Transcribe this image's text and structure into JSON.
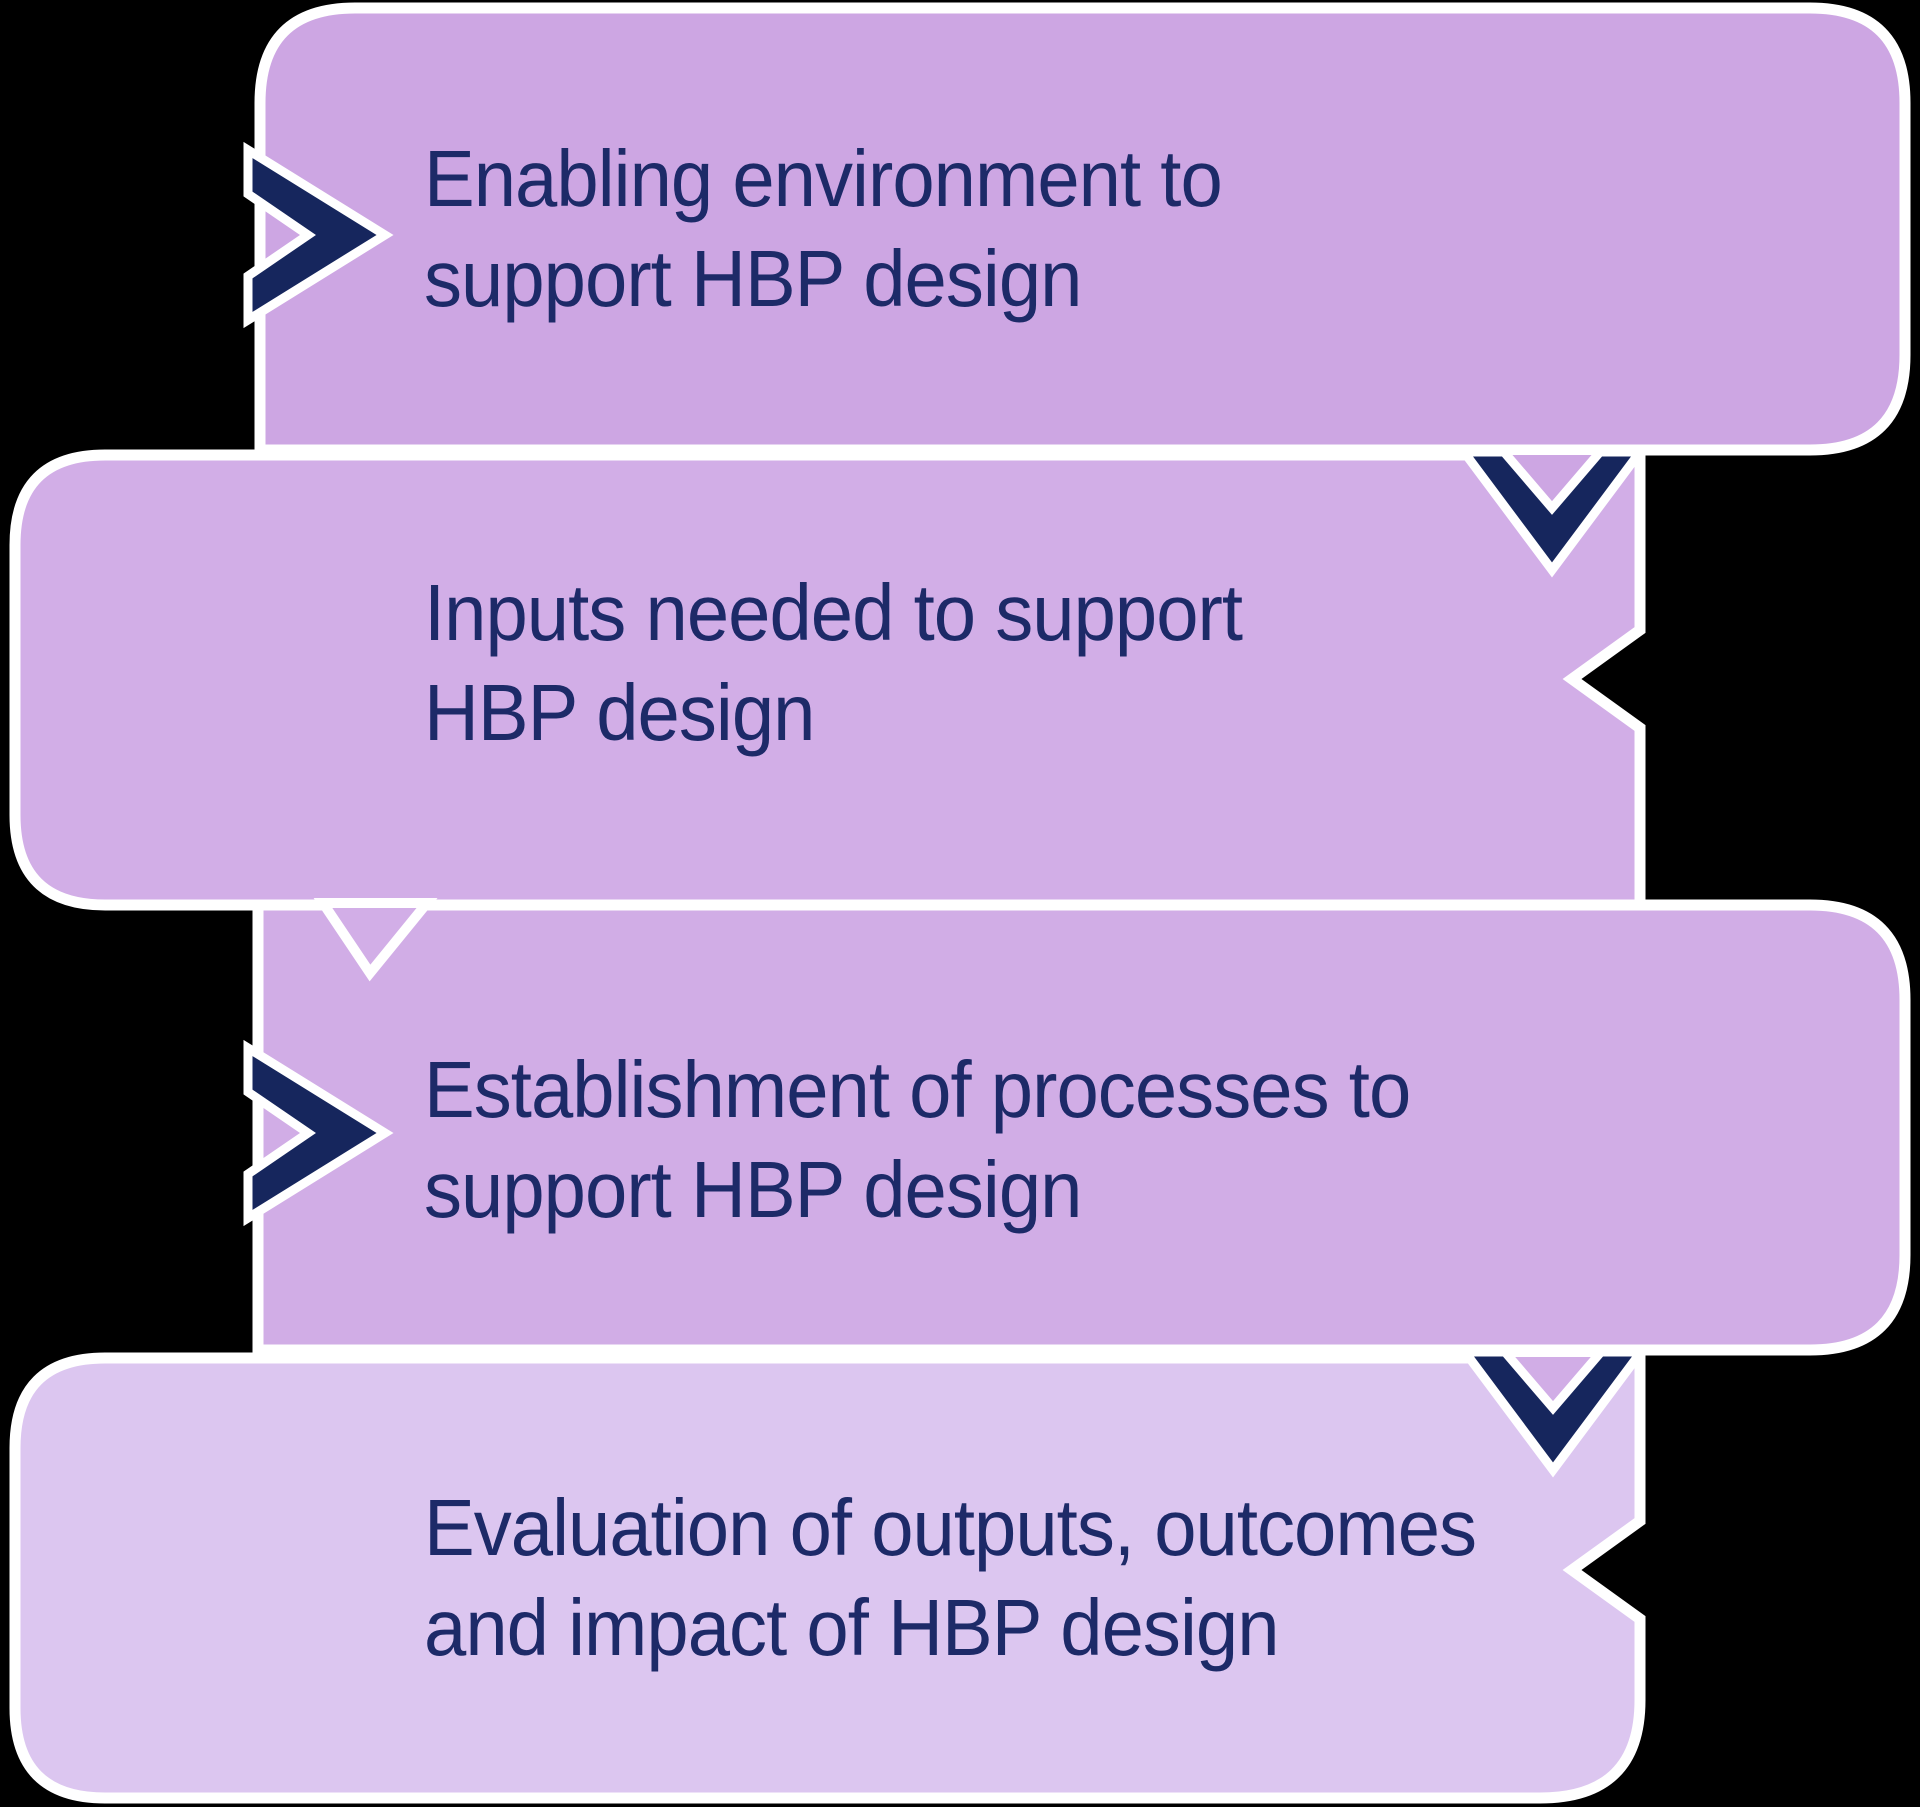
{
  "background_color": "#000000",
  "diagram": {
    "type": "vertical-process-flow",
    "outline_color": "#ffffff",
    "chevron_color": "#16265d",
    "text_color": "#1d2a68",
    "steps": [
      {
        "order": 1,
        "line1": "Enabling environment to",
        "line2": "support HBP design",
        "fill_color": "#cda6e3",
        "marker": "right-chevron"
      },
      {
        "order": 2,
        "line1": "Inputs needed to support",
        "line2": "HBP design",
        "fill_color": "#d2aee7",
        "marker": "down-chevron"
      },
      {
        "order": 3,
        "line1": "Establishment of processes to",
        "line2": "support HBP design",
        "fill_color": "#d1ade6",
        "marker": "right-chevron"
      },
      {
        "order": 4,
        "line1": "Evaluation of outputs, outcomes",
        "line2": "and impact of HBP design",
        "fill_color": "#dcc6f0",
        "marker": "down-chevron"
      }
    ]
  }
}
